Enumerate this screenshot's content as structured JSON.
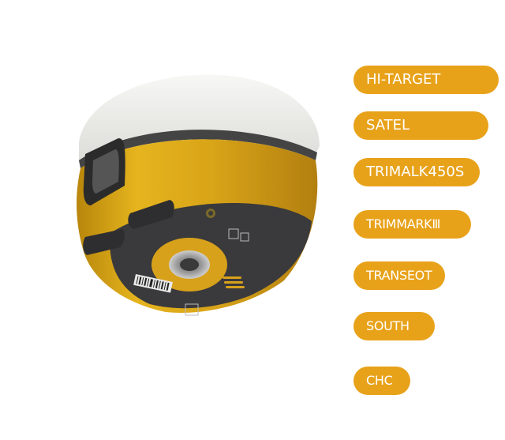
{
  "brands": [
    {
      "label": "HI-TARGET"
    },
    {
      "label": "SATEL"
    },
    {
      "label": "TRIMALK450S"
    },
    {
      "label": "TRIMMARKⅢ"
    },
    {
      "label": "TRANSEOT"
    },
    {
      "label": "SOUTH"
    },
    {
      "label": "CHC"
    }
  ],
  "colors": {
    "pill": "#E8A21A",
    "device_body": "#E0A820",
    "device_top": "#EFEFEC",
    "device_panel": "#3A3A3C"
  }
}
